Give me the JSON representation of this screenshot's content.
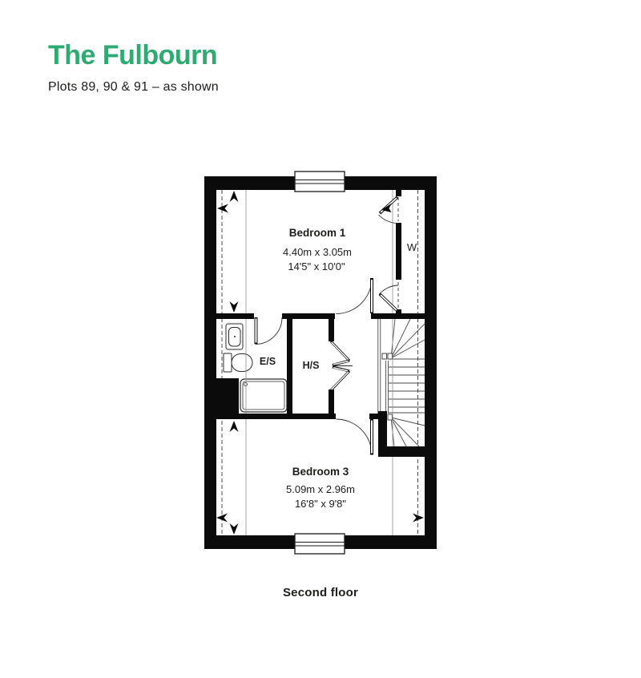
{
  "colors": {
    "accent_green": "#2faa72",
    "wall_black": "#0b0b0b",
    "text_dark": "#1d1d1b"
  },
  "header": {
    "title": "The Fulbourn",
    "subtitle": "Plots 89, 90 & 91 – as shown"
  },
  "floorplan": {
    "caption": "Second floor",
    "bedroom1": {
      "name": "Bedroom 1",
      "metric": "4.40m x 3.05m",
      "imperial": "14'5\" x 10'0\""
    },
    "bedroom3": {
      "name": "Bedroom 3",
      "metric": "5.09m x 2.96m",
      "imperial": "16'8\" x 9'8\""
    },
    "ensuite_label": "E/S",
    "store_label": "H/S",
    "wardrobe_label": "W"
  }
}
